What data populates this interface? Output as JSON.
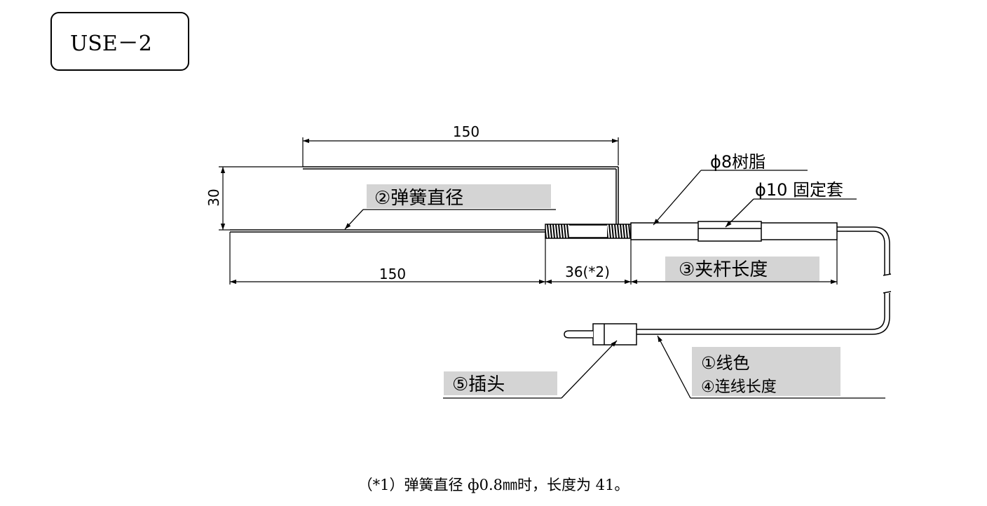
{
  "model": "USE－2",
  "dimensions": {
    "top_length": "150",
    "height": "30",
    "bottom_length": "150",
    "spring_section": "36(*2)"
  },
  "labels": {
    "spring_diameter": "②弹簧直径",
    "resin": "ϕ8树脂",
    "fixing_sleeve": "ϕ10 固定套",
    "rod_length": "③夹杆长度",
    "wire_color": "①线色",
    "lead_length": "④连线长度",
    "plug": "⑤插头"
  },
  "footnote": "（*1）弹簧直径 ф0.8㎜时，长度为 41。",
  "colors": {
    "label_bg": "#d4d4d4",
    "line": "#000000"
  }
}
